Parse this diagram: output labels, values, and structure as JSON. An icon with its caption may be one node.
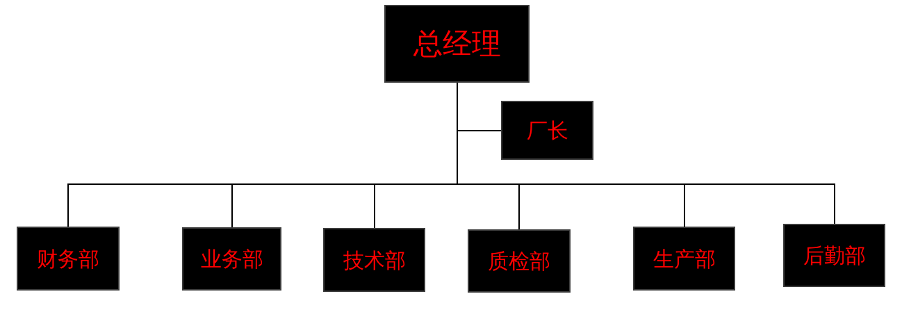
{
  "diagram": {
    "nodes": [
      {
        "text": [
          "总经理"
        ]
      },
      {
        "text": [
          "厂长"
        ]
      },
      {
        "text": [
          "财务部"
        ]
      },
      {
        "text": [
          "业务部"
        ]
      },
      {
        "text": [
          "技术部"
        ]
      },
      {
        "text": [
          "质检部"
        ]
      },
      {
        "text": [
          "生产部"
        ]
      },
      {
        "text": [
          "后勤部"
        ]
      }
    ],
    "edges": [
      {
        "from": 0,
        "to": 1,
        "arrow": "none"
      },
      {
        "from": 0,
        "to": 2,
        "arrow": "none"
      },
      {
        "from": 0,
        "to": 3,
        "arrow": "none"
      },
      {
        "from": 0,
        "to": 4,
        "arrow": "none"
      },
      {
        "from": 0,
        "to": 5,
        "arrow": "none"
      },
      {
        "from": 0,
        "to": 6,
        "arrow": "none"
      },
      {
        "from": 0,
        "to": 7,
        "arrow": "none"
      }
    ]
  }
}
